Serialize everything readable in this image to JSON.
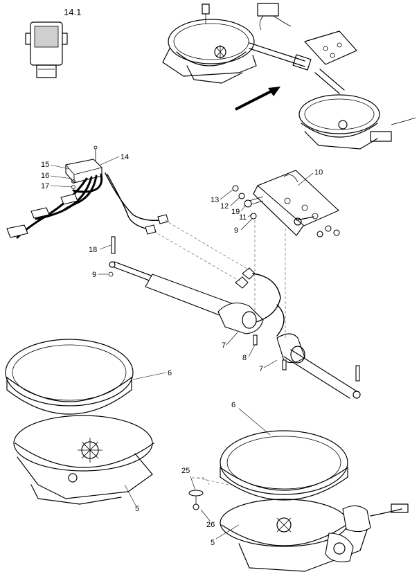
{
  "title": "14.1",
  "labels": {
    "l14": "14",
    "l15": "15",
    "l16": "16",
    "l17": "17",
    "l10": "10",
    "l13": "13",
    "l12": "12",
    "l19": "19",
    "l11": "11",
    "l9a": "9",
    "l9b": "9",
    "l18": "18",
    "l7a": "7",
    "l7b": "7",
    "l8": "8",
    "l6a": "6",
    "l6b": "6",
    "l5a": "5",
    "l5b": "5",
    "l25": "25",
    "l26": "26"
  }
}
